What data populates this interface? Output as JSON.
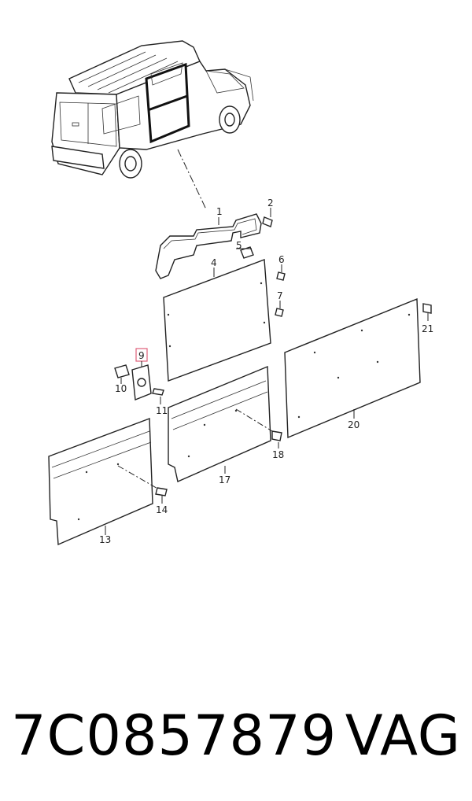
{
  "callouts": {
    "c1": "1",
    "c2": "2",
    "c4": "4",
    "c5": "5",
    "c6": "6",
    "c7": "7",
    "c9": "9",
    "c10": "10",
    "c11": "11",
    "c13": "13",
    "c14": "14",
    "c17": "17",
    "c18": "18",
    "c20": "20",
    "c21": "21"
  },
  "highlight_color": "#e0607a",
  "footer": {
    "part_number": "7C0857879",
    "brand": "VAG"
  }
}
